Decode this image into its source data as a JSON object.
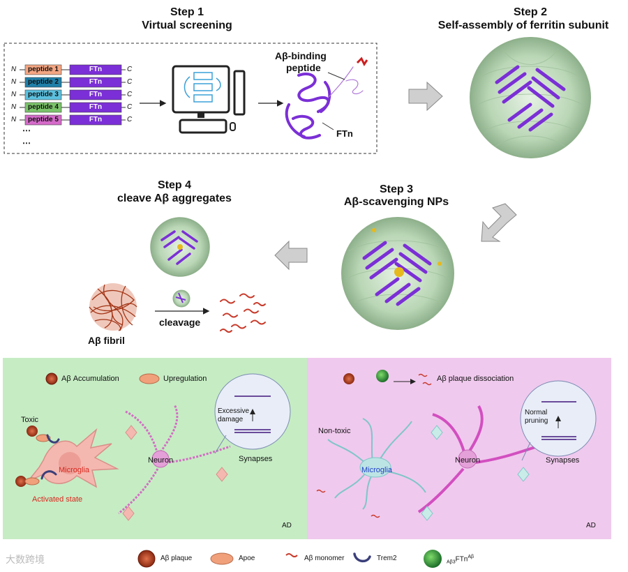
{
  "step1": {
    "title": "Step 1",
    "subtitle": "Virtual screening"
  },
  "step2": {
    "title": "Step 2",
    "subtitle": "Self-assembly of ferritin subunit"
  },
  "step3": {
    "title": "Step 3",
    "subtitle": "Aβ-scavenging NPs"
  },
  "step4": {
    "title": "Step 4",
    "subtitle": "cleave Aβ aggregates"
  },
  "screening": {
    "n_label": "N",
    "c_label": "C",
    "ftn_label": "FTn",
    "peptides": [
      {
        "label": "peptide 1",
        "color": "#f4a582"
      },
      {
        "label": "peptide 2",
        "color": "#1f7fa8"
      },
      {
        "label": "peptide 3",
        "color": "#5bc0de"
      },
      {
        "label": "peptide 4",
        "color": "#7ac36a"
      },
      {
        "label": "peptide 5",
        "color": "#d46ac9"
      }
    ],
    "ellipsis": "⋯",
    "ftn_box_color": "#7b2fd6"
  },
  "structure": {
    "binding_label_1": "Aβ-binding",
    "binding_label_2": "peptide",
    "ftn_label": "FTn"
  },
  "step4_panel": {
    "fibril_label": "Aβ fibril",
    "cleavage_label": "cleavage"
  },
  "left_panel": {
    "accumulation": "Aβ Accumulation",
    "upregulation": "Upregulation",
    "toxic": "Toxic",
    "microglia": "Microglia",
    "activated": "Activated state",
    "neuron": "Neuron",
    "synapses": "Synapses",
    "excessive": "Excessive",
    "damage": "damage",
    "ad": "AD",
    "bg": "#c6ecc4"
  },
  "right_panel": {
    "dissociation": "Aβ plaque dissociation",
    "nontoxic": "Non-toxic",
    "microglia": "Microglia",
    "neuron": "Neuron",
    "synapses": "Synapses",
    "normal": "Normal",
    "pruning": "pruning",
    "ad": "AD",
    "bg": "#f0c9ee"
  },
  "legend": {
    "plaque": "Aβ plaque",
    "apoe": "Apoe",
    "monomer": "Aβ monomer",
    "trem2": "Trem2",
    "ftn_sub": "Aβ3",
    "ftn_main": "FTn",
    "ftn_sup": "Aβ"
  },
  "watermark": "大数跨境"
}
